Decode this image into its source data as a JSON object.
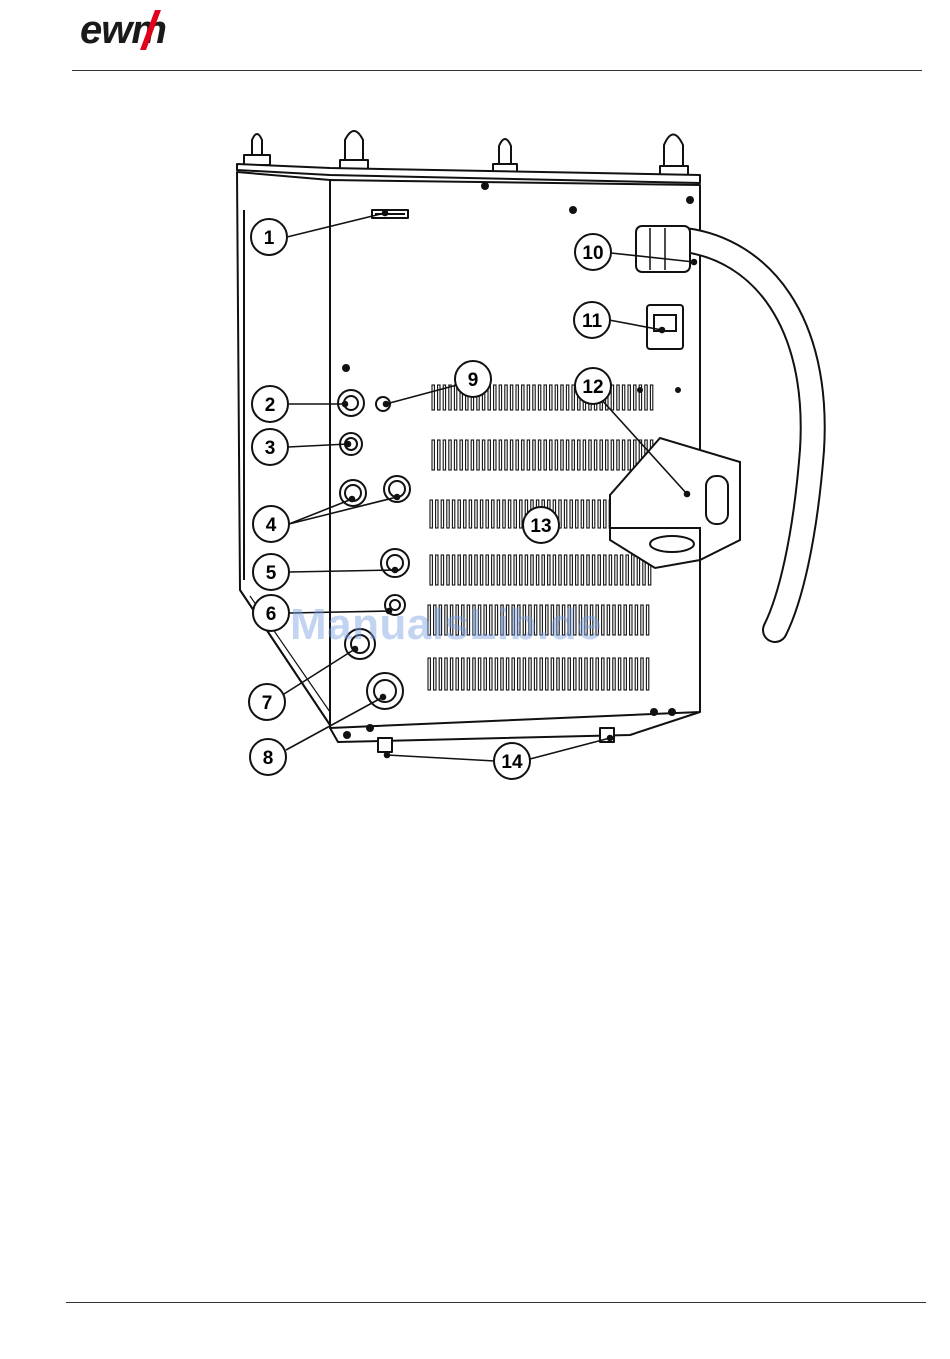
{
  "logo": {
    "text": "ewm",
    "color": "#e2001a"
  },
  "figure": {
    "callouts": [
      "1",
      "2",
      "3",
      "4",
      "5",
      "6",
      "7",
      "8",
      "9",
      "10",
      "11",
      "12",
      "13",
      "14"
    ]
  },
  "watermark": "ManualsLib.de"
}
